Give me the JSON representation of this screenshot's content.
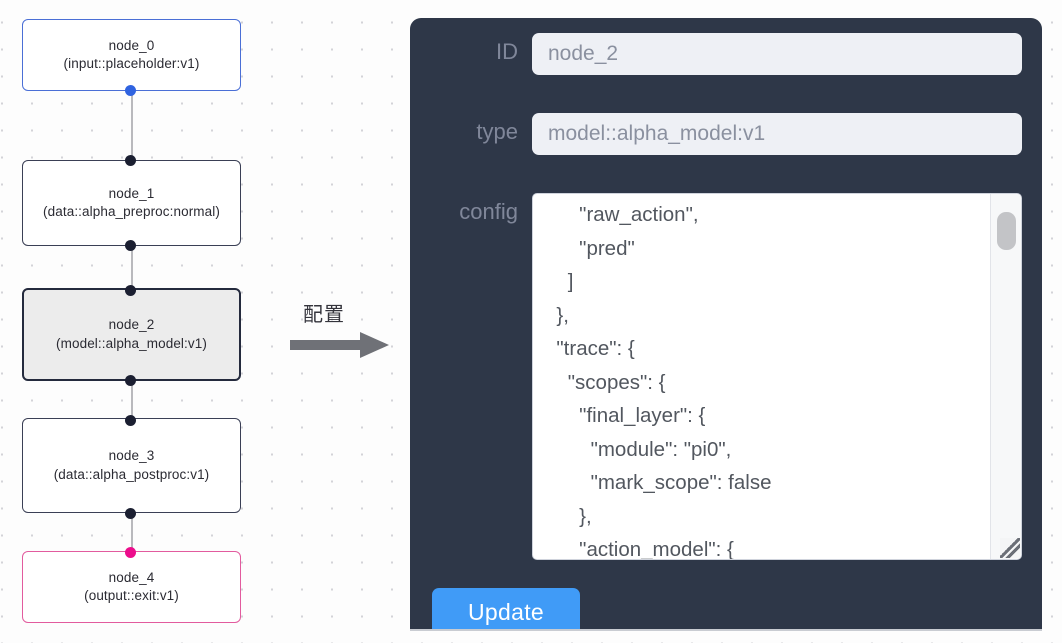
{
  "graph": {
    "nodes": [
      {
        "id": "node_0",
        "type": "(input::placeholder:v1)",
        "state": "source"
      },
      {
        "id": "node_1",
        "type": "(data::alpha_preproc:normal)",
        "state": "default"
      },
      {
        "id": "node_2",
        "type": "(model::alpha_model:v1)",
        "state": "selected"
      },
      {
        "id": "node_3",
        "type": "(data::alpha_postproc:v1)",
        "state": "default"
      },
      {
        "id": "node_4",
        "type": "(output::exit:v1)",
        "state": "sink"
      }
    ],
    "colors": {
      "source_border": "#4a6fd6",
      "sink_border": "#e25b9e",
      "selected_border": "#242a3d",
      "selected_fill": "#ececec",
      "handle": "#1b1f31",
      "handle_source": "#2f63e0",
      "handle_sink": "#ec0d8c",
      "edge": "#b9b9bd"
    }
  },
  "arrow": {
    "label": "配置",
    "color": "#6f7177"
  },
  "panel": {
    "background": "#2e3748",
    "fields": {
      "id": {
        "label": "ID",
        "value": "node_2",
        "placeholder": "node id"
      },
      "type": {
        "label": "type",
        "value": "model::alpha_model:v1",
        "placeholder": "node type"
      },
      "config": {
        "label": "config",
        "value": "      \"raw_action\",\n      \"pred\"\n    ]\n  },\n  \"trace\": {\n    \"scopes\": {\n      \"final_layer\": {\n        \"module\": \"pi0\",\n        \"mark_scope\": false\n      },\n      \"action_model\": {",
        "placeholder": "config json"
      }
    },
    "update_button": {
      "label": "Update",
      "color": "#409bf7"
    }
  }
}
